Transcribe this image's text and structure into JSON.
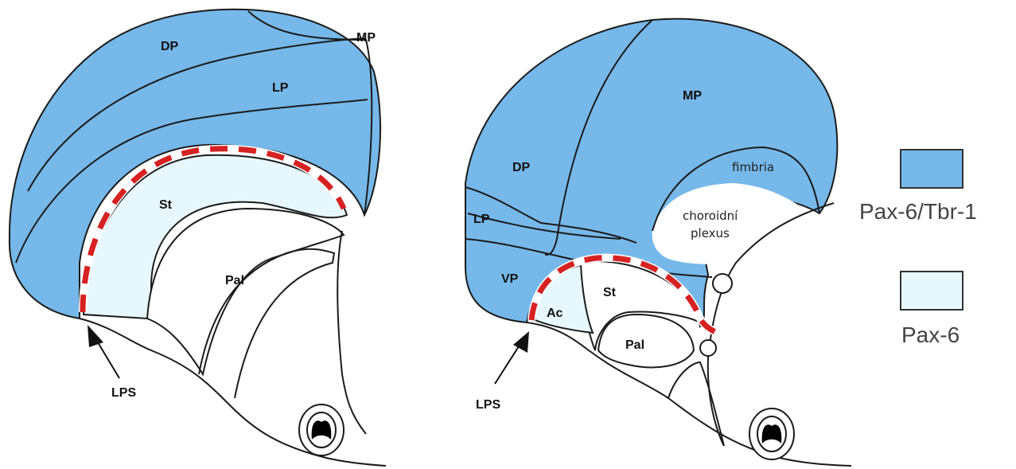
{
  "colors": {
    "pax6_tbr1": "#76b8ea",
    "pax6": "#e6f8fd",
    "outline": "#1b1b1b",
    "boundary_dash": "#d62222"
  },
  "left_section": {
    "regions": {
      "dp": "DP",
      "lp": "LP",
      "mp": "MP",
      "st": "St",
      "pal": "Pal"
    },
    "arrow_label": "LPS"
  },
  "right_section": {
    "regions": {
      "mp": "MP",
      "dp": "DP",
      "lp": "LP",
      "vp": "VP",
      "ac": "Ac",
      "st": "St",
      "pal": "Pal",
      "fimbria": "fimbria",
      "choroid_line1": "choroidní",
      "choroid_line2": "plexus"
    },
    "arrow_label": "LPS"
  },
  "legend": {
    "items": [
      {
        "label": "Pax-6/Tbr-1",
        "color": "#76b8ea"
      },
      {
        "label": "Pax-6",
        "color": "#e6f8fd"
      }
    ]
  }
}
